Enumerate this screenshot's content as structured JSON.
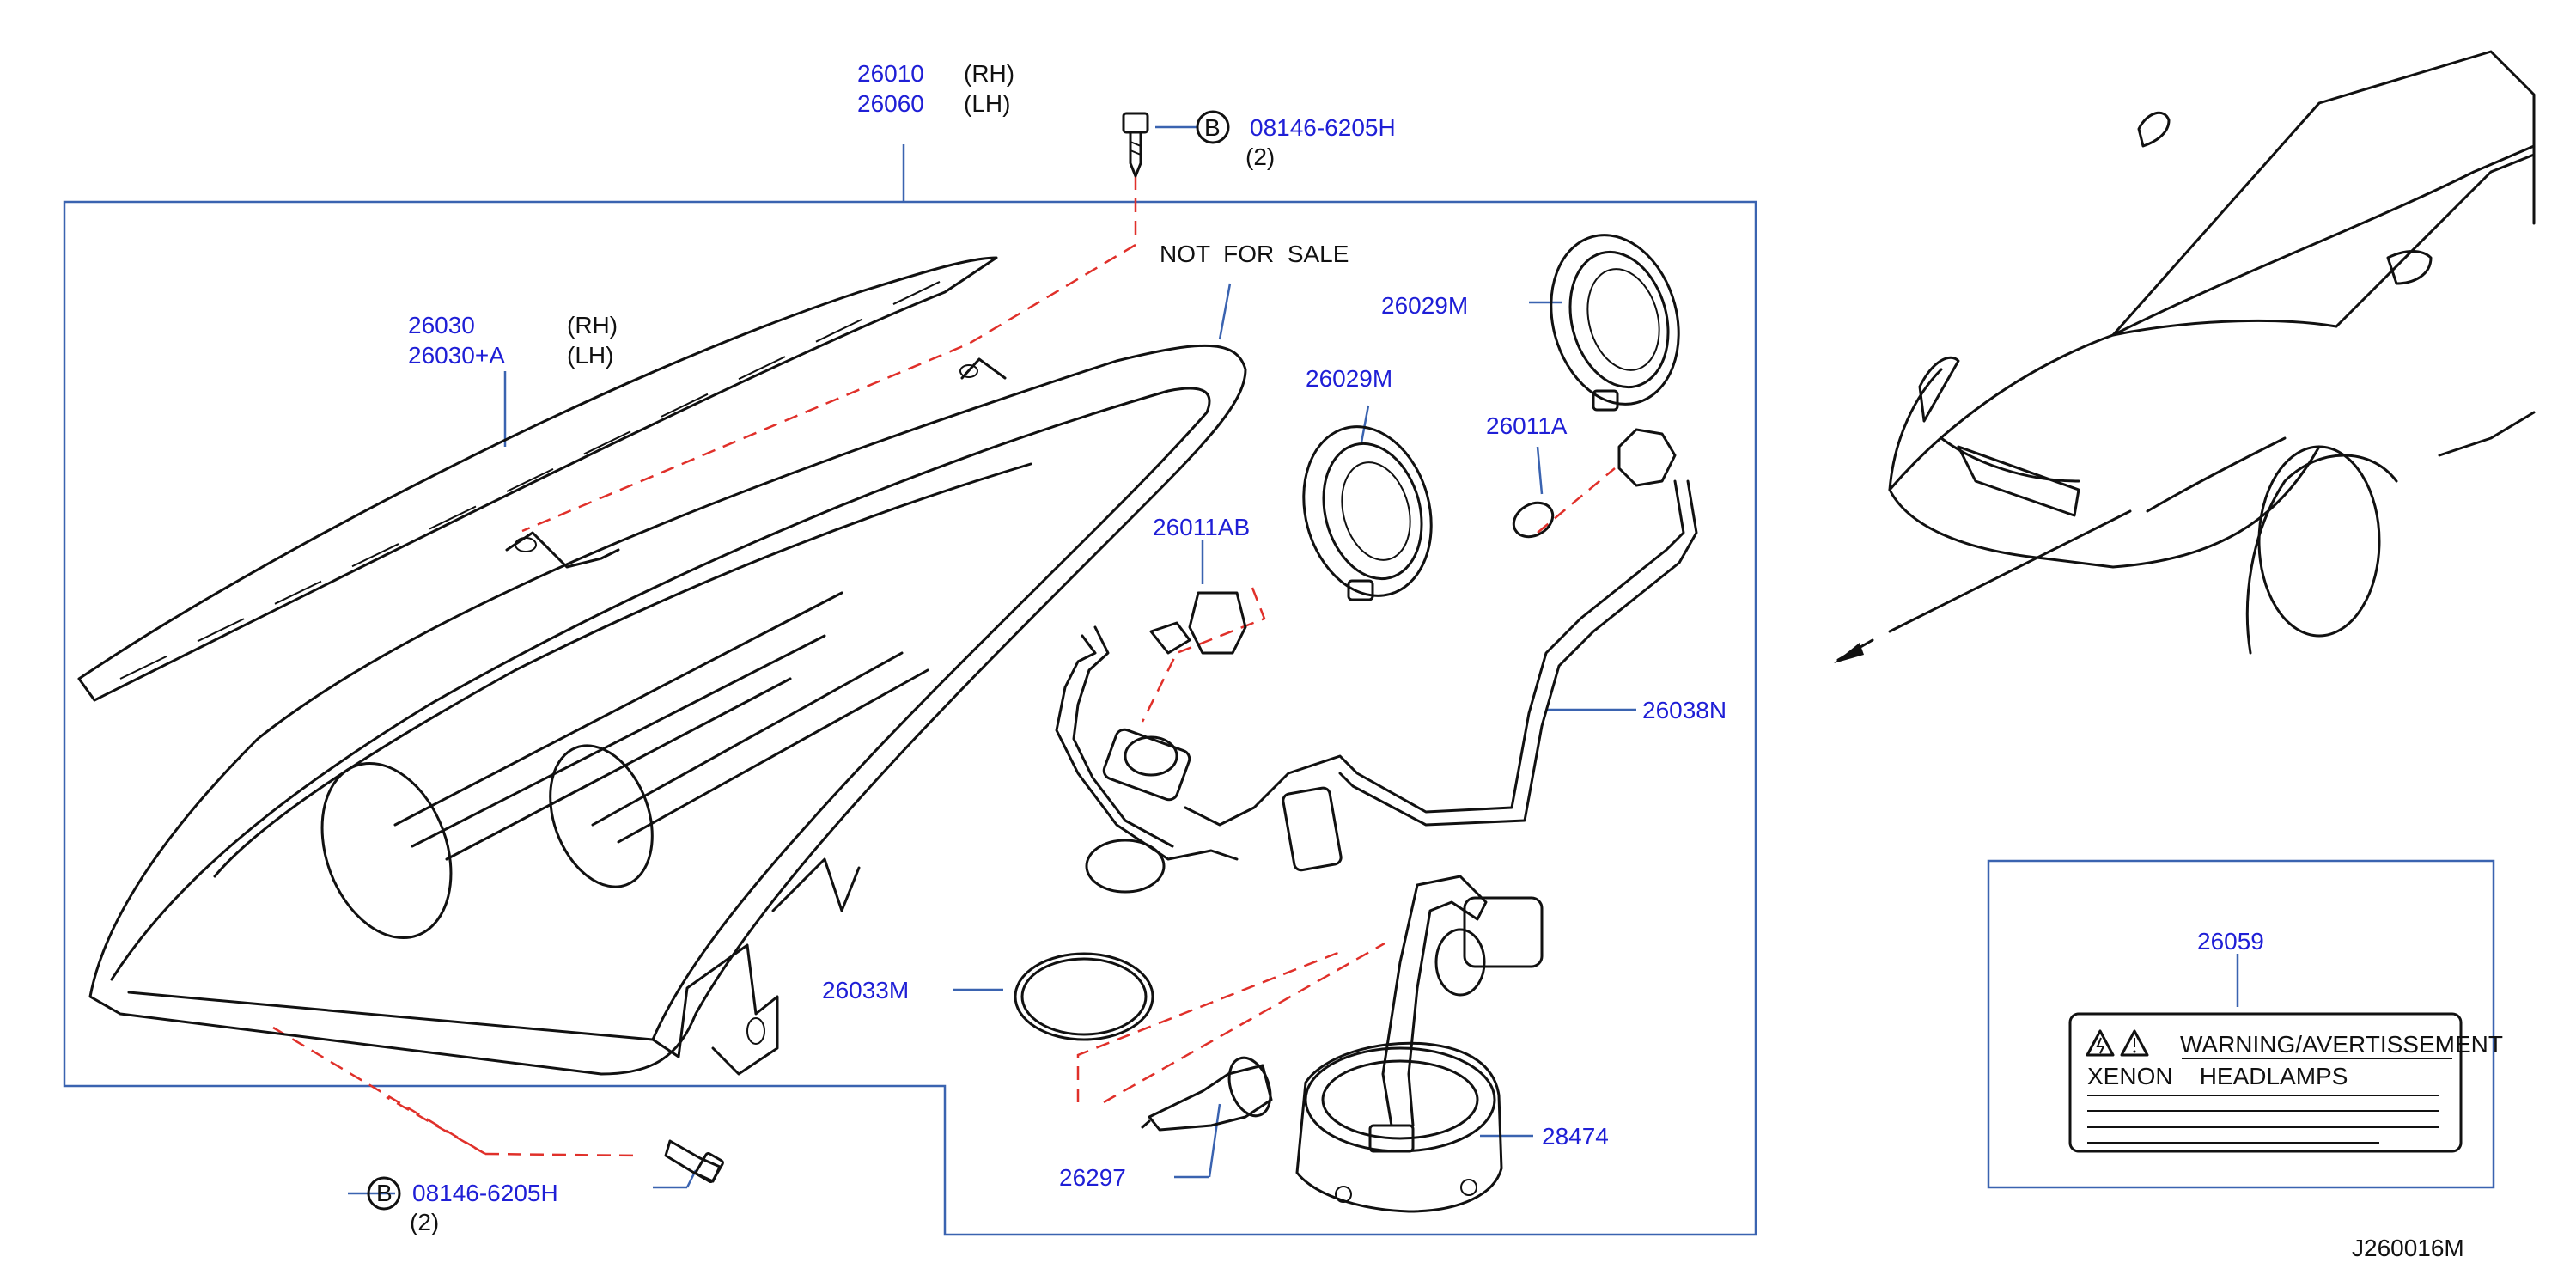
{
  "labels": {
    "headlamp_rh": "26010",
    "headlamp_rh_side": "(RH)",
    "headlamp_lh": "26060",
    "headlamp_lh_side": "(LH)",
    "bezel_rh": "26030",
    "bezel_rh_side": "(RH)",
    "bezel_lh": "26030+A",
    "bezel_lh_side": "(LH)",
    "screw_top_ref": "B",
    "screw_top_part": "08146-6205H",
    "screw_top_qty": "(2)",
    "not_for_sale": "NOT  FOR  SALE",
    "cap_upper": "26029M",
    "cap_lower": "26029M",
    "bulb_side": "26011A",
    "bulb_socket": "26011AB",
    "harness": "26038N",
    "seal_ring": "26033M",
    "xenon_bulb": "26297",
    "ballast": "28474",
    "screw_bottom_ref": "B",
    "screw_bottom_part": "08146-6205H",
    "screw_bottom_qty": "(2)",
    "caution_label": "26059",
    "diagram_id": "J260016M"
  },
  "warning_plate": {
    "title": "WARNING/AVERTISSEMENT",
    "line1": "XENON    HEADLAMPS"
  },
  "colors": {
    "part_number": "#1f1fd6",
    "leader_line": "#3a63b0",
    "assembly_dash": "#e0302a",
    "drawing": "#111111"
  }
}
